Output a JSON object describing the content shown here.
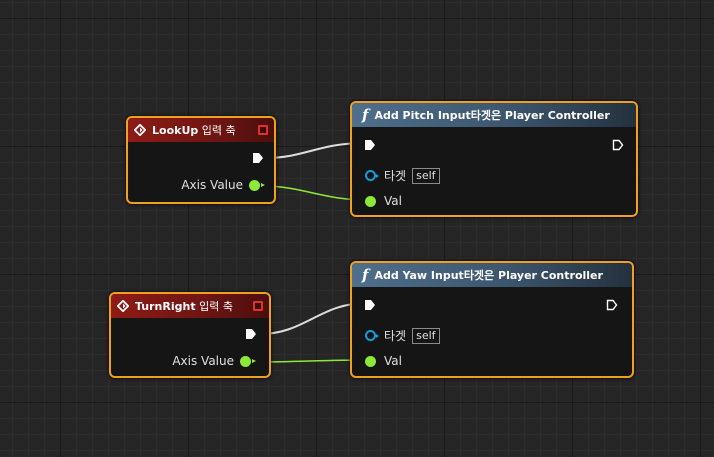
{
  "colors": {
    "node_border": "#f0a020",
    "event_header": "#8e1b16",
    "function_header": "#4f6f8c",
    "exec_wire": "#dddddd",
    "float_wire": "#8ee83a",
    "object_pin": "#1f9bd6",
    "delegate_pin": "#e03030"
  },
  "nodes": {
    "lookup": {
      "icon": "event-diamond-icon",
      "title": "LookUp",
      "subtitle": " 입력 축",
      "axis_value_label": "Axis Value"
    },
    "add_pitch": {
      "icon": "function-icon",
      "title": "Add Pitch Input",
      "subtitle": "타겟은 Player Controller",
      "target_label": "타겟",
      "target_value": "self",
      "val_label": "Val"
    },
    "turnright": {
      "icon": "event-diamond-icon",
      "title": "TurnRight",
      "subtitle": " 입력 축",
      "axis_value_label": "Axis Value"
    },
    "add_yaw": {
      "icon": "function-icon",
      "title": "Add Yaw Input",
      "subtitle": "타겟은 Player Controller",
      "target_label": "타겟",
      "target_value": "self",
      "val_label": "Val"
    }
  }
}
